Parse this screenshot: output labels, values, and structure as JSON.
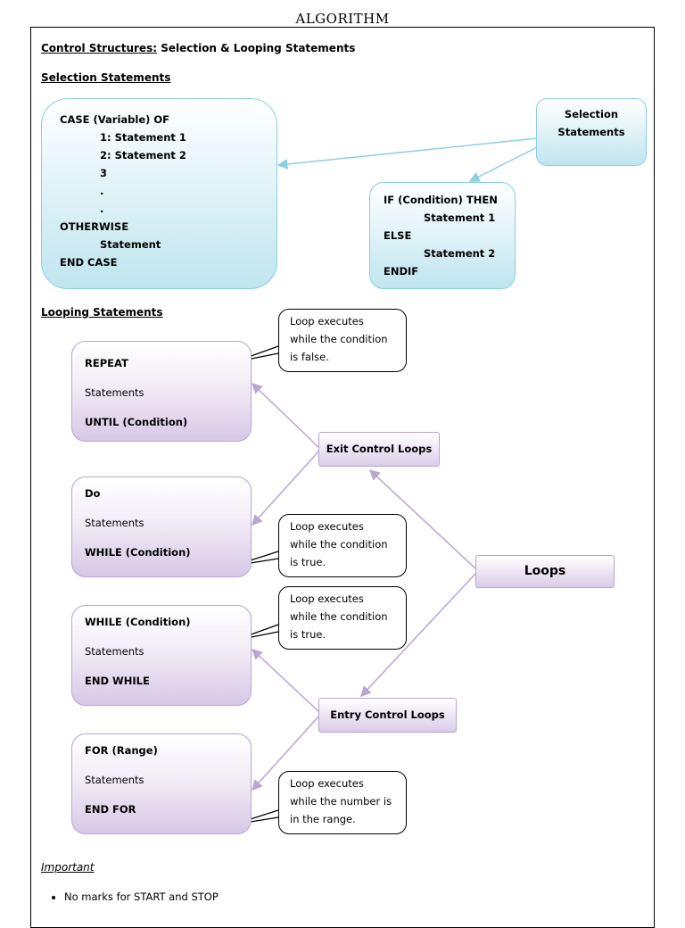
{
  "page_title": "ALGORITHM",
  "heading": {
    "underlined": "Control Structures:",
    "rest": " Selection & Looping Statements"
  },
  "selection": {
    "heading": "Selection Statements",
    "case_block": {
      "line1": "CASE (Variable) OF",
      "line2": "1: Statement 1",
      "line3": "2: Statement 2",
      "line4": "3",
      "line5": ".",
      "line6": ".",
      "line7": "OTHERWISE",
      "line8": "Statement",
      "line9": "END CASE"
    },
    "label_line1": "Selection",
    "label_line2": "Statements",
    "if_block": {
      "line1": "IF (Condition) THEN",
      "line2": "Statement 1",
      "line3": "ELSE",
      "line4": "Statement 2",
      "line5": "ENDIF"
    }
  },
  "looping": {
    "heading": "Looping Statements",
    "repeat_block": {
      "line1": "REPEAT",
      "line2": "Statements",
      "line3": "UNTIL (Condition)"
    },
    "do_block": {
      "line1": "Do",
      "line2": "Statements",
      "line3": "WHILE (Condition)"
    },
    "while_block": {
      "line1": "WHILE (Condition)",
      "line2": "Statements",
      "line3": "END WHILE"
    },
    "for_block": {
      "line1": "FOR (Range)",
      "line2": "Statements",
      "line3": "END FOR"
    },
    "callout_repeat": {
      "line1": "Loop executes",
      "line2": "while the condition",
      "line3": "is false."
    },
    "callout_do": {
      "line1": "Loop executes",
      "line2": "while the condition",
      "line3": "is true."
    },
    "callout_while": {
      "line1": "Loop executes",
      "line2": "while the condition",
      "line3": "is true."
    },
    "callout_for": {
      "line1": "Loop executes",
      "line2": "while the number is",
      "line3": "in the range."
    },
    "exit_label": "Exit Control Loops",
    "entry_label": "Entry Control Loops",
    "loops_label": "Loops"
  },
  "important": {
    "heading": "Important",
    "items": [
      "No marks for START and STOP"
    ]
  },
  "colors": {
    "blue_line": "#8ccfe0",
    "purple_line": "#b9a5cf"
  }
}
